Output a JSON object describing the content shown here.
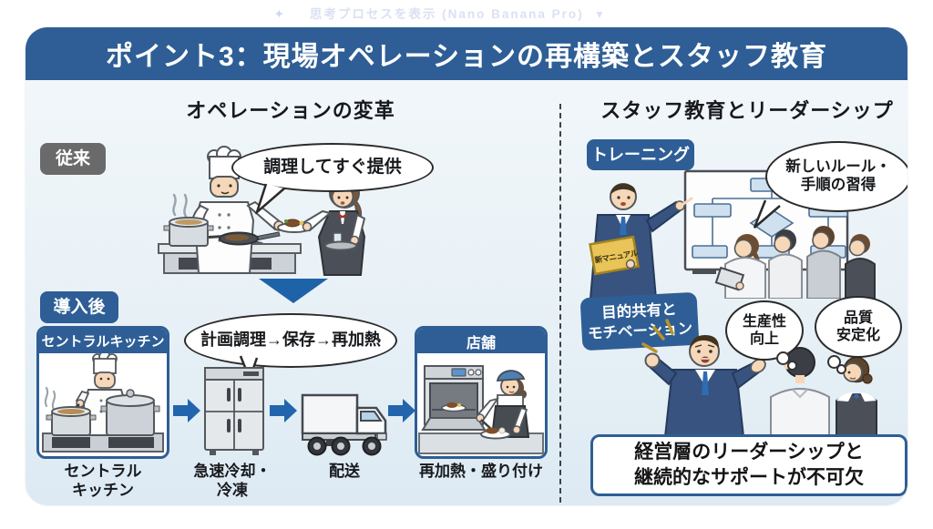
{
  "toolbar": {
    "sparkle": "✦",
    "label": "思考プロセスを表示 (Nano Banana Pro)",
    "chevron": "▾"
  },
  "header": {
    "title": "ポイント3：現場オペレーションの再構築とスタッフ教育"
  },
  "left": {
    "title": "オペレーションの変革",
    "before_badge": "従来",
    "cook_bubble": "調理してすぐ提供",
    "after_badge": "導入後",
    "plan_bubble": "計画調理→保存→再加熱",
    "kitchen_card_header": "セントラルキッチン",
    "store_card_header": "店舗",
    "step_labels": [
      "セントラル\nキッチン",
      "急速冷却・\n冷凍",
      "配送",
      "再加熱・盛り付け"
    ]
  },
  "right": {
    "title": "スタッフ教育とリーダーシップ",
    "training_badge": "トレーニング",
    "training_bubble": "新しいルール・\n手順の習得",
    "manual_label": "新マニュアル",
    "motivation_badge": "目的共有と\nモチベーション",
    "thought_productivity": "生産性\n向上",
    "thought_quality": "品質\n安定化",
    "bottom_note": "経営層のリーダーシップと\n継続的なサポートが不可欠"
  },
  "colors": {
    "header_blue": "#2e5e95",
    "arrow_blue": "#1e63a8",
    "badge_gray": "#6a6a6a",
    "bubble_border": "#2b2b2b"
  }
}
